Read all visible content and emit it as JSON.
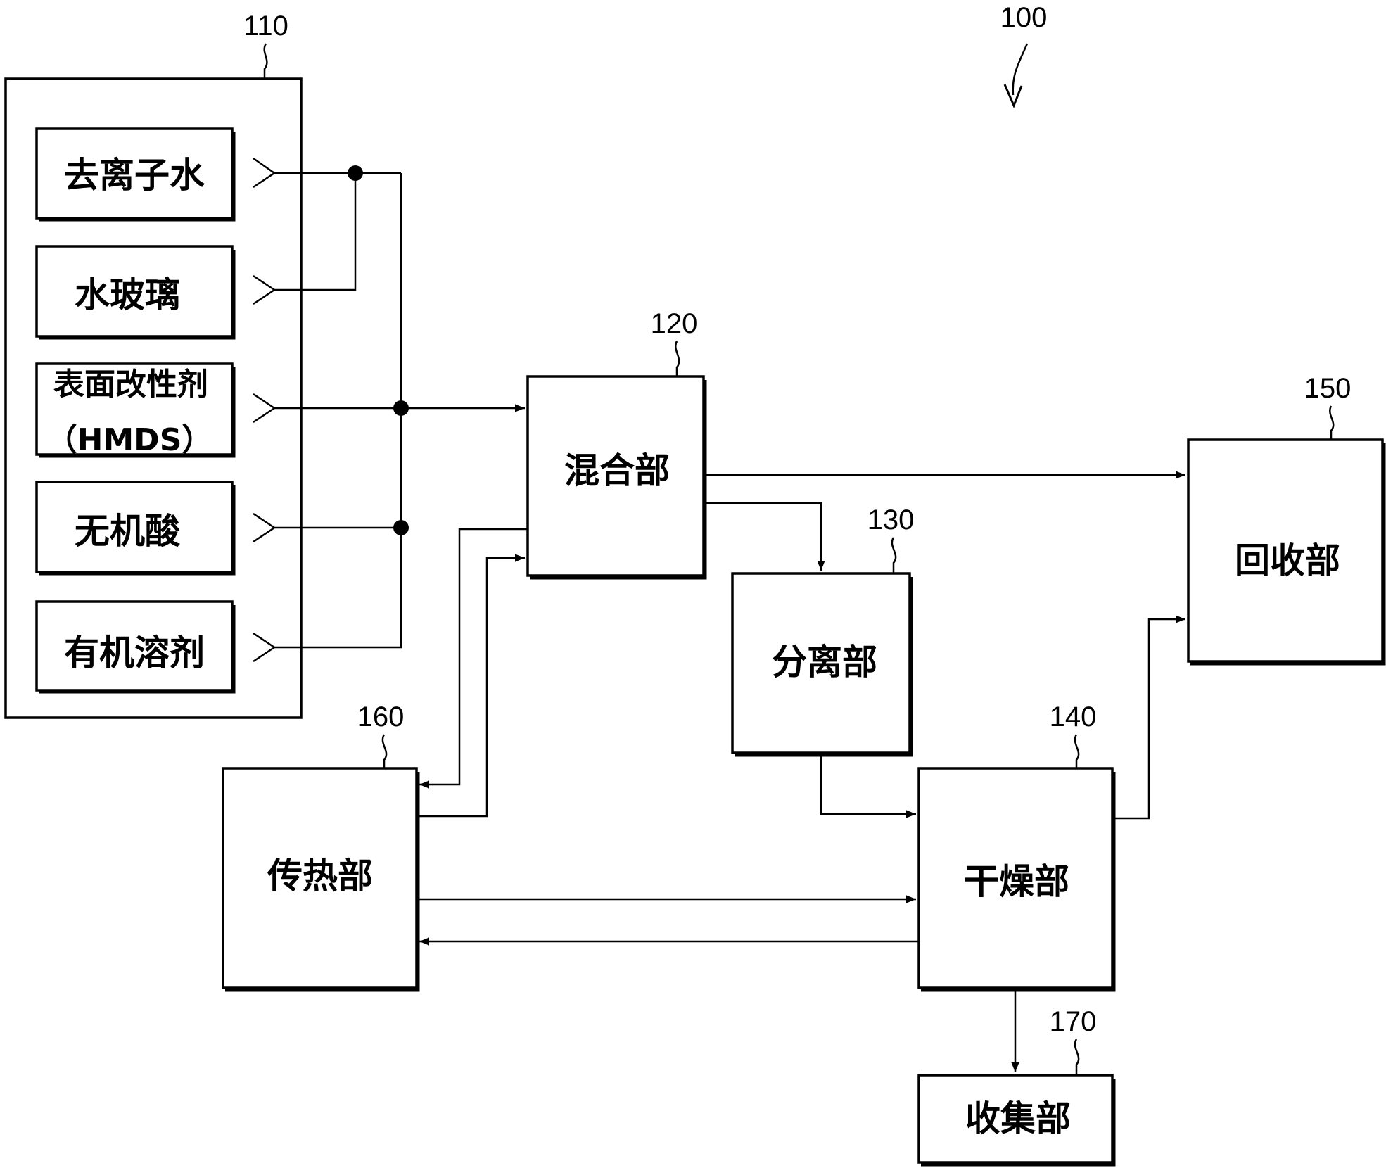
{
  "figure": {
    "number": "100"
  },
  "supply_group": {
    "ref": "110",
    "items": [
      {
        "label": "去离子水"
      },
      {
        "label": "水玻璃"
      },
      {
        "label": "表面改性剂",
        "label2": "（HMDS）"
      },
      {
        "label": "无机酸"
      },
      {
        "label": "有机溶剂"
      }
    ]
  },
  "blocks": {
    "mixing": {
      "ref": "120",
      "label": "混合部"
    },
    "separation": {
      "ref": "130",
      "label": "分离部"
    },
    "drying": {
      "ref": "140",
      "label": "干燥部"
    },
    "recovery": {
      "ref": "150",
      "label": "回收部"
    },
    "heat": {
      "ref": "160",
      "label": "传热部"
    },
    "collection": {
      "ref": "170",
      "label": "收集部"
    }
  }
}
